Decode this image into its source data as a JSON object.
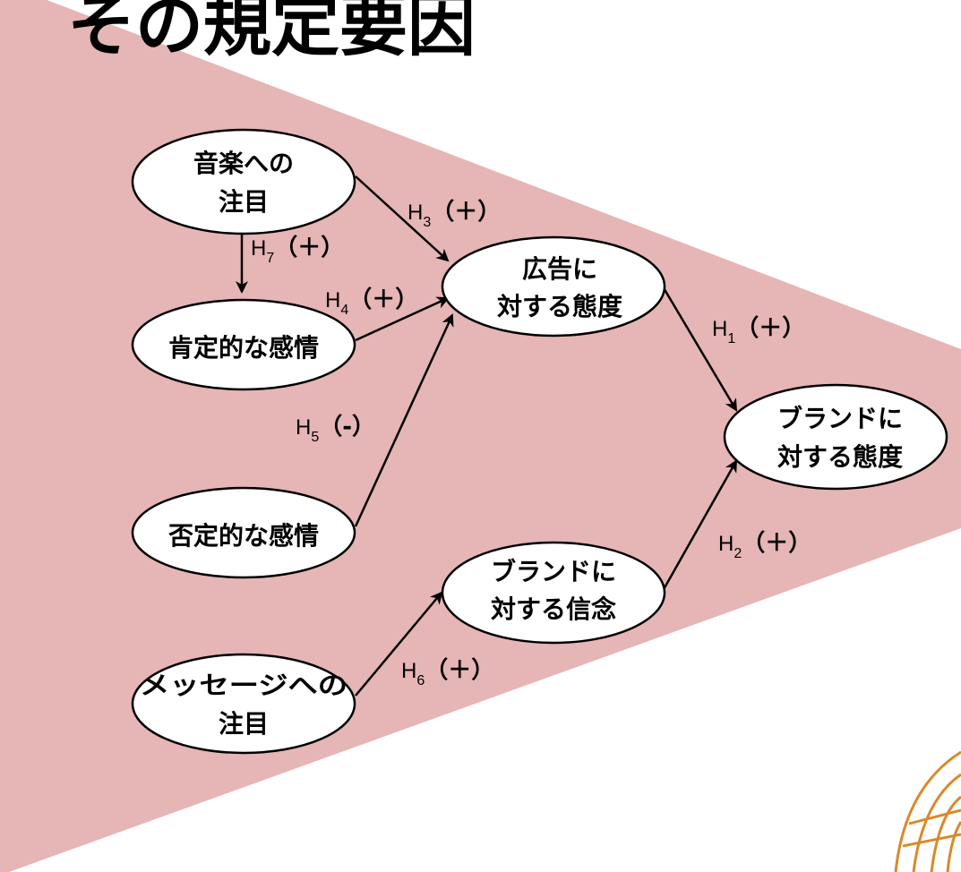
{
  "title": "その規定要因",
  "colors": {
    "background_shape": "#e6b5b5",
    "node_fill": "#ffffff",
    "stroke": "#000000"
  },
  "nodes": {
    "music_attention": {
      "lines": [
        "音楽への",
        "注目"
      ]
    },
    "positive_emotion": {
      "lines": [
        "肯定的な感情"
      ]
    },
    "negative_emotion": {
      "lines": [
        "否定的な感情"
      ]
    },
    "message_attention": {
      "lines": [
        "メッセージへの",
        "注目"
      ]
    },
    "ad_attitude": {
      "lines": [
        "広告に",
        "対する態度"
      ]
    },
    "brand_belief": {
      "lines": [
        "ブランドに",
        "対する信念"
      ]
    },
    "brand_attitude": {
      "lines": [
        "ブランドに",
        "対する態度"
      ]
    }
  },
  "hypotheses": {
    "h1": {
      "letter": "H",
      "num": "1",
      "sign": "（＋）"
    },
    "h2": {
      "letter": "H",
      "num": "2",
      "sign": "（＋）"
    },
    "h3": {
      "letter": "H",
      "num": "3",
      "sign": "（＋）"
    },
    "h4": {
      "letter": "H",
      "num": "4",
      "sign": "（＋）"
    },
    "h5": {
      "letter": "H",
      "num": "5",
      "sign": "（-）"
    },
    "h6": {
      "letter": "H",
      "num": "6",
      "sign": "（＋）"
    },
    "h7": {
      "letter": "H",
      "num": "7",
      "sign": "（＋）"
    }
  }
}
